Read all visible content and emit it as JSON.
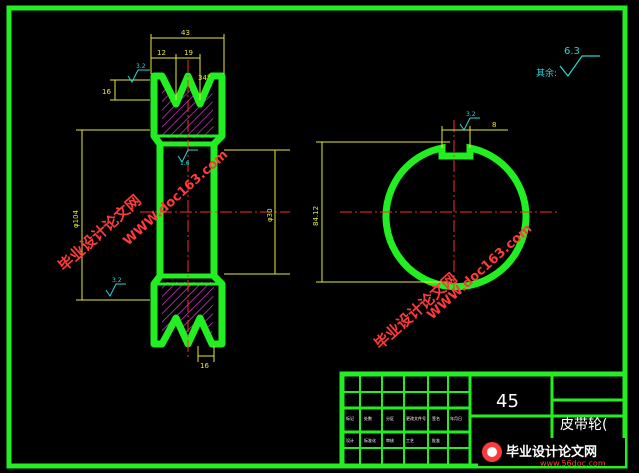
{
  "colors": {
    "background": "#000000",
    "outline": "#22ee22",
    "dimension": "#e8e830",
    "centerline": "#ff2a2a",
    "hatch": "#d23ad2",
    "roughness": "#22d8d8",
    "white": "#ffffff",
    "watermark": "#ff3a3a"
  },
  "dimensions": {
    "overall_width": "43",
    "left_offset": "12",
    "groove_pitch": "19",
    "groove_angle": "34°",
    "groove_depth": "16",
    "outer_diameter": "φ104",
    "bore_diameter": "φ30",
    "hub_width": "16",
    "keyway_width": "8",
    "bore_depth": "84.12"
  },
  "roughness_marks": {
    "general_value": "6.3",
    "general_label": "其余:",
    "groove_value": "3.2",
    "bore_value": "1.6",
    "hub_value": "3.2",
    "keyway_value": "3.2"
  },
  "title_block": {
    "material": "45",
    "part_name": "皮带轮(",
    "cell_labels": [
      "标记",
      "处数",
      "分区",
      "更改文件号",
      "签名",
      "年月日",
      "设计",
      "标准化",
      "审核",
      "工艺",
      "批准"
    ]
  },
  "watermarks": {
    "site_cn": "毕业设计论文网",
    "site_url": "WWW.doc163.com",
    "footer_cn": "毕业设计论文网",
    "footer_url": "www.56doc.com"
  }
}
